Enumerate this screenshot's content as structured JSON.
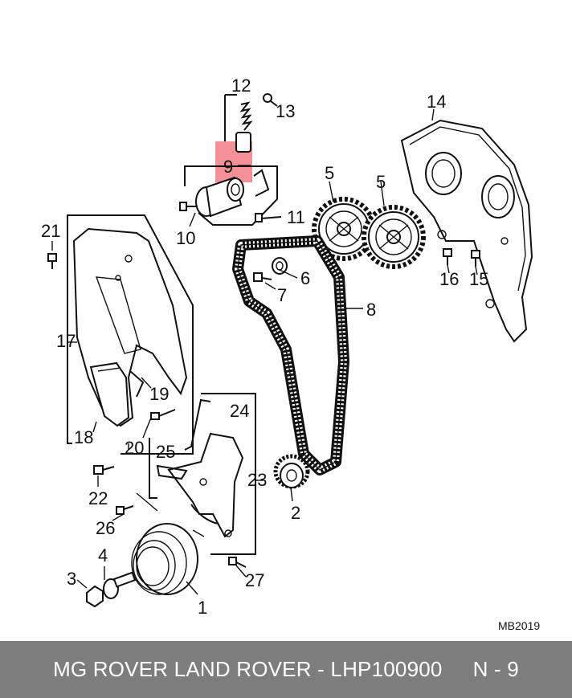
{
  "diagram": {
    "reference": "MB2019",
    "highlight_color": "#f07d84",
    "highlighted_label": "9",
    "callouts": {
      "p1": "1",
      "p2": "2",
      "p3": "3",
      "p4": "4",
      "p5a": "5",
      "p5b": "5",
      "p6": "6",
      "p7": "7",
      "p8": "8",
      "p9": "9",
      "p10": "10",
      "p11": "11",
      "p12": "12",
      "p13": "13",
      "p14": "14",
      "p15": "15",
      "p16": "16",
      "p17": "17",
      "p18": "18",
      "p19": "19",
      "p20": "20",
      "p21": "21",
      "p22": "22",
      "p23": "23",
      "p24": "24",
      "p25": "25",
      "p26": "26",
      "p27": "27"
    }
  },
  "footer": {
    "brand": "MG ROVER LAND ROVER - LHP100900",
    "position": "N - 9",
    "background": "#7d7d7d"
  }
}
